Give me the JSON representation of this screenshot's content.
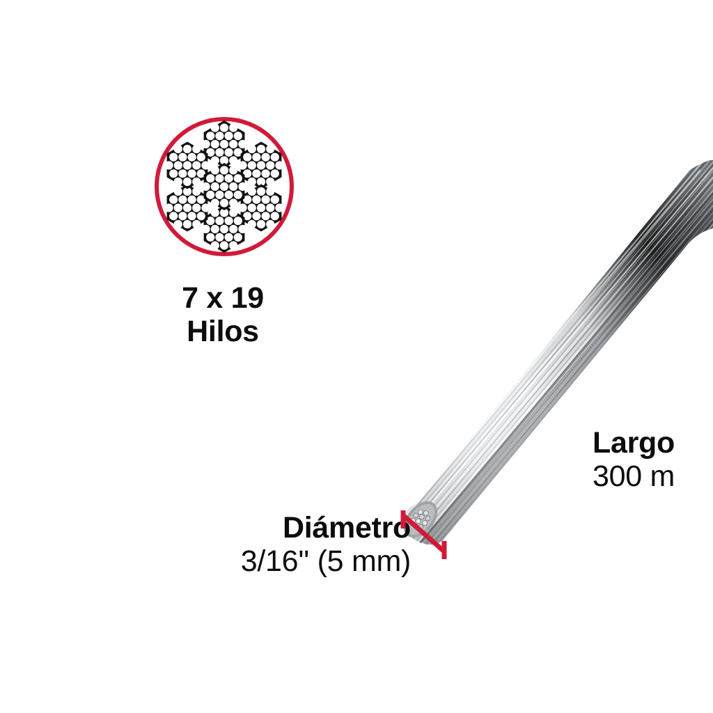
{
  "product": {
    "type": "steel-wire-rope",
    "background_color": "#ffffff",
    "accent_color": "#D11A38",
    "text_color": "#0d0d0d"
  },
  "cross_section": {
    "icon": "wire-rope-cross-section",
    "outline_color": "#D11A38",
    "strand_count": 7,
    "wires_per_strand": 19,
    "wire_fill_color": "#ffffff",
    "strand_fill_color": "#111111"
  },
  "labels": {
    "construction": {
      "line1": "7 x 19",
      "line2": "Hilos"
    },
    "length": {
      "line1": "Largo",
      "line2": "300 m"
    },
    "diameter": {
      "line1": "Diámetro",
      "line2": "3/16'' (5 mm)"
    }
  },
  "dimension_line": {
    "name": "diameter-dimension-line",
    "color": "#D11A38",
    "style": "double-ended-tick"
  }
}
